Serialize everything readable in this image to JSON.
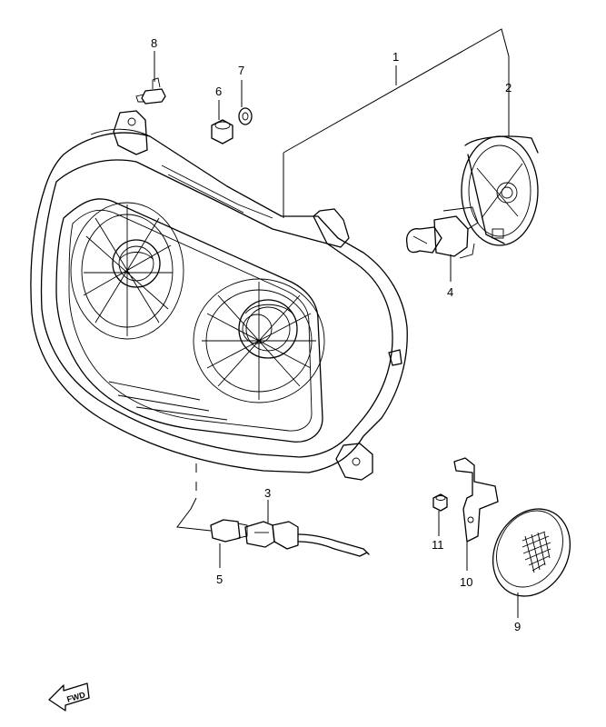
{
  "callouts": {
    "c1": "1",
    "c2": "2",
    "c3": "3",
    "c4": "4",
    "c5": "5",
    "c6": "6",
    "c7": "7",
    "c8": "8",
    "c9": "9",
    "c10": "10",
    "c11": "11"
  },
  "direction_marker": "FWD"
}
